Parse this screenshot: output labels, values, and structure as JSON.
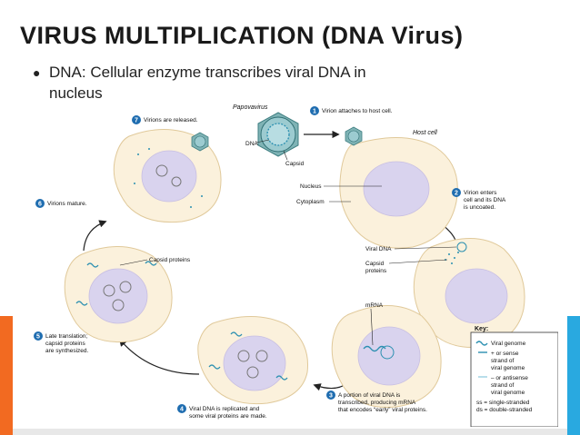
{
  "title": "VIRUS MULTIPLICATION (DNA Virus)",
  "bullet": {
    "label": "DNA:",
    "text": "Cellular enzyme transcribes viral DNA in nucleus"
  },
  "diagram": {
    "virus_name": "Papovavirus",
    "host_cell_label": "Host cell",
    "dna_label": "DNA",
    "capsid_label": "Capsid",
    "nucleus_label": "Nucleus",
    "cytoplasm_label": "Cytoplasm",
    "viral_dna_label": "Viral DNA",
    "capsid_proteins_label": [
      "Capsid",
      "proteins"
    ],
    "capsid_proteins_label_2": "Capsid proteins",
    "mrna_label": "mRNA",
    "steps": [
      {
        "num": "1",
        "lines": [
          "Virion attaches to host cell."
        ]
      },
      {
        "num": "2",
        "lines": [
          "Virion enters",
          "cell and its DNA",
          "is uncoated."
        ]
      },
      {
        "num": "3",
        "lines": [
          "A portion of viral DNA is",
          "transcribed, producing mRNA",
          "that encodes “early” viral proteins."
        ]
      },
      {
        "num": "4",
        "lines": [
          "Viral DNA is replicated and",
          "some viral proteins are made."
        ]
      },
      {
        "num": "5",
        "lines": [
          "Late translation;",
          "capsid proteins",
          "are synthesized."
        ]
      },
      {
        "num": "6",
        "lines": [
          "Virions mature."
        ]
      },
      {
        "num": "7",
        "lines": [
          "Virions are released."
        ]
      }
    ],
    "key": {
      "title": "Key:",
      "viral_genome": "Viral genome",
      "plus_strand": [
        "+ or sense",
        "strand of",
        "viral genome"
      ],
      "minus_strand": [
        "– or antisense",
        "strand of",
        "viral genome"
      ],
      "ss": "ss = single-stranded",
      "ds": "ds = double-stranded"
    }
  },
  "colors": {
    "cell_fill": "#fbf1dc",
    "cell_stroke": "#e0c99a",
    "nucleus_fill": "#d9d3ee",
    "virus_teal": "#5f9ea0",
    "dna_blue": "#2a8fb0",
    "step_circle": "#1f6db0",
    "accent_orange": "#f26a21",
    "accent_blue": "#29a9e0"
  }
}
